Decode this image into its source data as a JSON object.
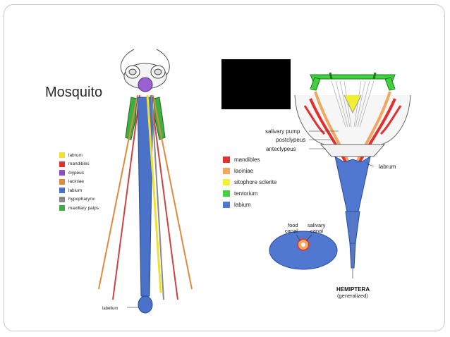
{
  "slide": {
    "title": "Mosquito"
  },
  "mosquito_legend": [
    {
      "label": "labrum",
      "color": "#f0e030"
    },
    {
      "label": "mandibles",
      "color": "#e03030"
    },
    {
      "label": "clypeus",
      "color": "#8a4fc0"
    },
    {
      "label": "laciniae",
      "color": "#e08a40"
    },
    {
      "label": "labium",
      "color": "#4a72c8"
    },
    {
      "label": "hypopharynx",
      "color": "#8a8a8a"
    },
    {
      "label": "maxillary palps",
      "color": "#3cb040"
    }
  ],
  "mosquito_labels": {
    "labellum": "labellum"
  },
  "hemiptera_legend": [
    {
      "label": "mandibles",
      "color": "#e03030"
    },
    {
      "label": "laciniae",
      "color": "#f0a860"
    },
    {
      "label": "sitophore sclerite",
      "color": "#f0f030"
    },
    {
      "label": "tentorium",
      "color": "#40d040"
    },
    {
      "label": "labium",
      "color": "#5078d0"
    }
  ],
  "hemiptera_labels": {
    "salivary_pump": "salivary pump",
    "postclypeus": "postclypeus",
    "anteclypeus": "anteclypeus",
    "labrum": "labrum",
    "food_canal_1": "food",
    "food_canal_2": "canal",
    "salivary_canal_1": "salivary",
    "salivary_canal_2": "canal",
    "title": "HEMIPTERA",
    "subtitle": "(generalized)"
  }
}
